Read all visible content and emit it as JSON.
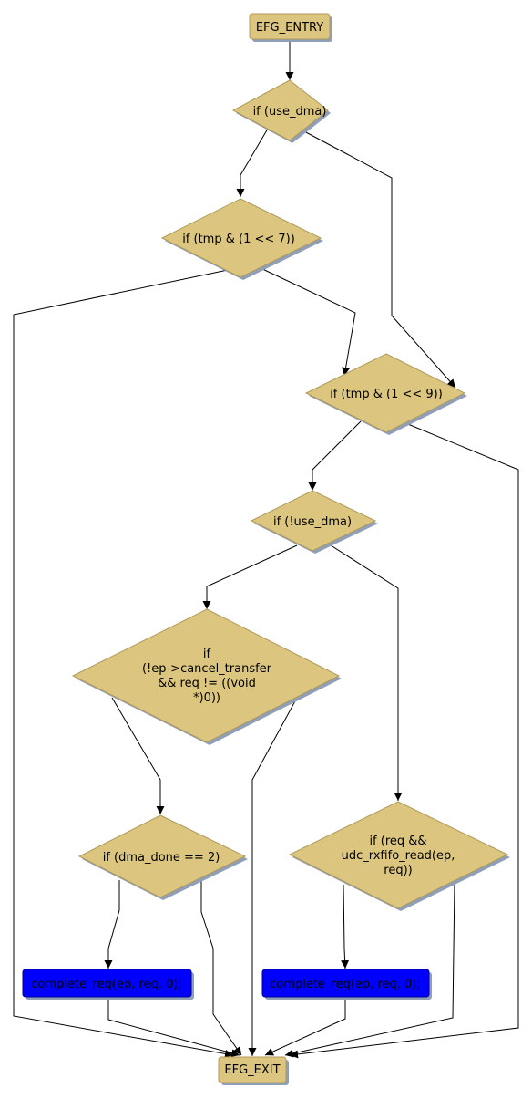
{
  "colors": {
    "node_fill": "#dcc67f",
    "node_stroke": "#b0995a",
    "shadow": "#8f9fb8",
    "action_fill": "#0000ff",
    "action_stroke": "#000099",
    "edge": "#000000",
    "background": "#ffffff"
  },
  "nodes": {
    "entry": {
      "label": "EFG_ENTRY"
    },
    "use_dma": {
      "label": "if (use_dma)"
    },
    "tmp7": {
      "label": "if (tmp & (1 << 7))"
    },
    "tmp9": {
      "label": "if (tmp & (1 << 9))"
    },
    "not_use_dma": {
      "label": "if (!use_dma)"
    },
    "cancel": {
      "lines": [
        "if",
        "(!ep->cancel_transfer",
        "&& req != ((void",
        "*)0))"
      ]
    },
    "dma_done": {
      "label": "if (dma_done == 2)"
    },
    "rxfifo": {
      "lines": [
        "if (req &&",
        "udc_rxfifo_read(ep,",
        "req))"
      ]
    },
    "complete_left": {
      "label": "complete_req(ep, req, 0);"
    },
    "complete_right": {
      "label": "complete_req(ep, req, 0);"
    },
    "exit": {
      "label": "EFG_EXIT"
    }
  }
}
